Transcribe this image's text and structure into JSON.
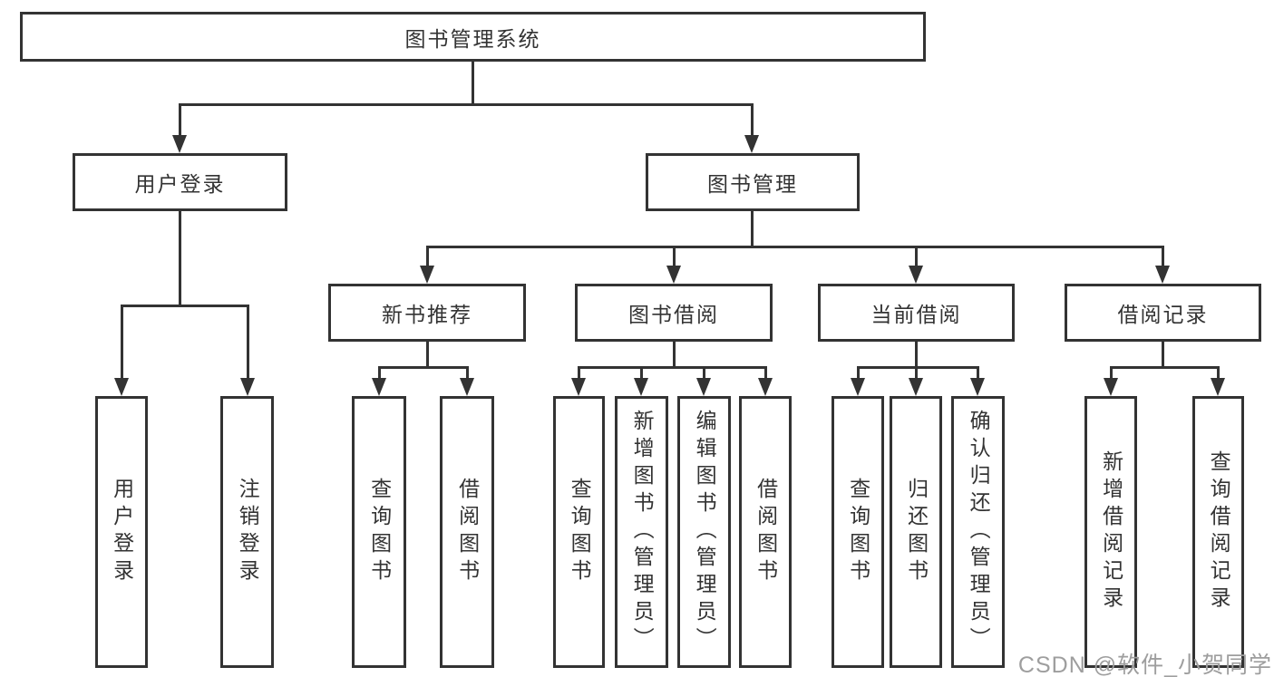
{
  "diagram_type": "hierarchy-tree",
  "colors": {
    "line": "#333333",
    "box_border": "#333333",
    "text": "#333333",
    "watermark": "#9e9e9e",
    "background": "#ffffff"
  },
  "tree": {
    "label": "图书管理系统",
    "children": [
      {
        "label": "用户登录",
        "children": [
          {
            "label": "用户登录"
          },
          {
            "label": "注销登录"
          }
        ]
      },
      {
        "label": "图书管理",
        "children": [
          {
            "label": "新书推荐",
            "children": [
              {
                "label": "查询图书"
              },
              {
                "label": "借阅图书"
              }
            ]
          },
          {
            "label": "图书借阅",
            "children": [
              {
                "label": "查询图书"
              },
              {
                "label": "新增图书（管理员）"
              },
              {
                "label": "编辑图书（管理员）"
              },
              {
                "label": "借阅图书"
              }
            ]
          },
          {
            "label": "当前借阅",
            "children": [
              {
                "label": "查询图书"
              },
              {
                "label": "归还图书"
              },
              {
                "label": "确认归还（管理员）"
              }
            ]
          },
          {
            "label": "借阅记录",
            "children": [
              {
                "label": "新增借阅记录"
              },
              {
                "label": "查询借阅记录"
              }
            ]
          }
        ]
      }
    ]
  },
  "watermark": {
    "text": "CSDN @软件_小贺同学"
  }
}
